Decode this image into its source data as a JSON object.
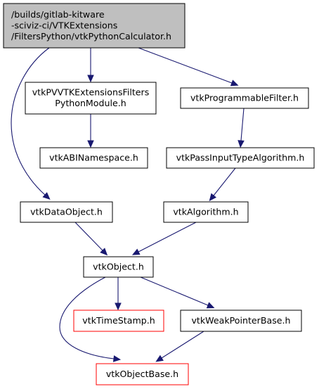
{
  "colors": {
    "edge": "#191970",
    "border_default": "#000000",
    "border_external": "#ff0000",
    "root_fill": "#bfbfbf",
    "node_fill": "#ffffff",
    "text": "#000000"
  },
  "nodes": [
    {
      "id": "root",
      "lines": [
        "/builds/gitlab-kitware",
        "-sciviz-ci/VTKExtensions",
        "/FiltersPython/vtkPythonCalculator.h"
      ],
      "style": "root"
    },
    {
      "id": "pvvtk",
      "lines": [
        "vtkPVVTKExtensionsFilters",
        "PythonModule.h"
      ],
      "style": "normal"
    },
    {
      "id": "progfilter",
      "lines": [
        "vtkProgrammableFilter.h"
      ],
      "style": "normal"
    },
    {
      "id": "abins",
      "lines": [
        "vtkABINamespace.h"
      ],
      "style": "normal"
    },
    {
      "id": "passinput",
      "lines": [
        "vtkPassInputTypeAlgorithm.h"
      ],
      "style": "normal"
    },
    {
      "id": "dataobject",
      "lines": [
        "vtkDataObject.h"
      ],
      "style": "normal"
    },
    {
      "id": "algorithm",
      "lines": [
        "vtkAlgorithm.h"
      ],
      "style": "normal"
    },
    {
      "id": "object",
      "lines": [
        "vtkObject.h"
      ],
      "style": "normal"
    },
    {
      "id": "timestamp",
      "lines": [
        "vtkTimeStamp.h"
      ],
      "style": "external"
    },
    {
      "id": "weakptr",
      "lines": [
        "vtkWeakPointerBase.h"
      ],
      "style": "normal"
    },
    {
      "id": "objectbase",
      "lines": [
        "vtkObjectBase.h"
      ],
      "style": "external"
    }
  ],
  "edges": [
    {
      "from": "root",
      "to": "dataobject"
    },
    {
      "from": "root",
      "to": "pvvtk"
    },
    {
      "from": "root",
      "to": "progfilter"
    },
    {
      "from": "pvvtk",
      "to": "abins"
    },
    {
      "from": "progfilter",
      "to": "passinput"
    },
    {
      "from": "passinput",
      "to": "algorithm"
    },
    {
      "from": "dataobject",
      "to": "object"
    },
    {
      "from": "algorithm",
      "to": "object"
    },
    {
      "from": "object",
      "to": "objectbase"
    },
    {
      "from": "object",
      "to": "timestamp"
    },
    {
      "from": "object",
      "to": "weakptr"
    },
    {
      "from": "weakptr",
      "to": "objectbase"
    }
  ]
}
